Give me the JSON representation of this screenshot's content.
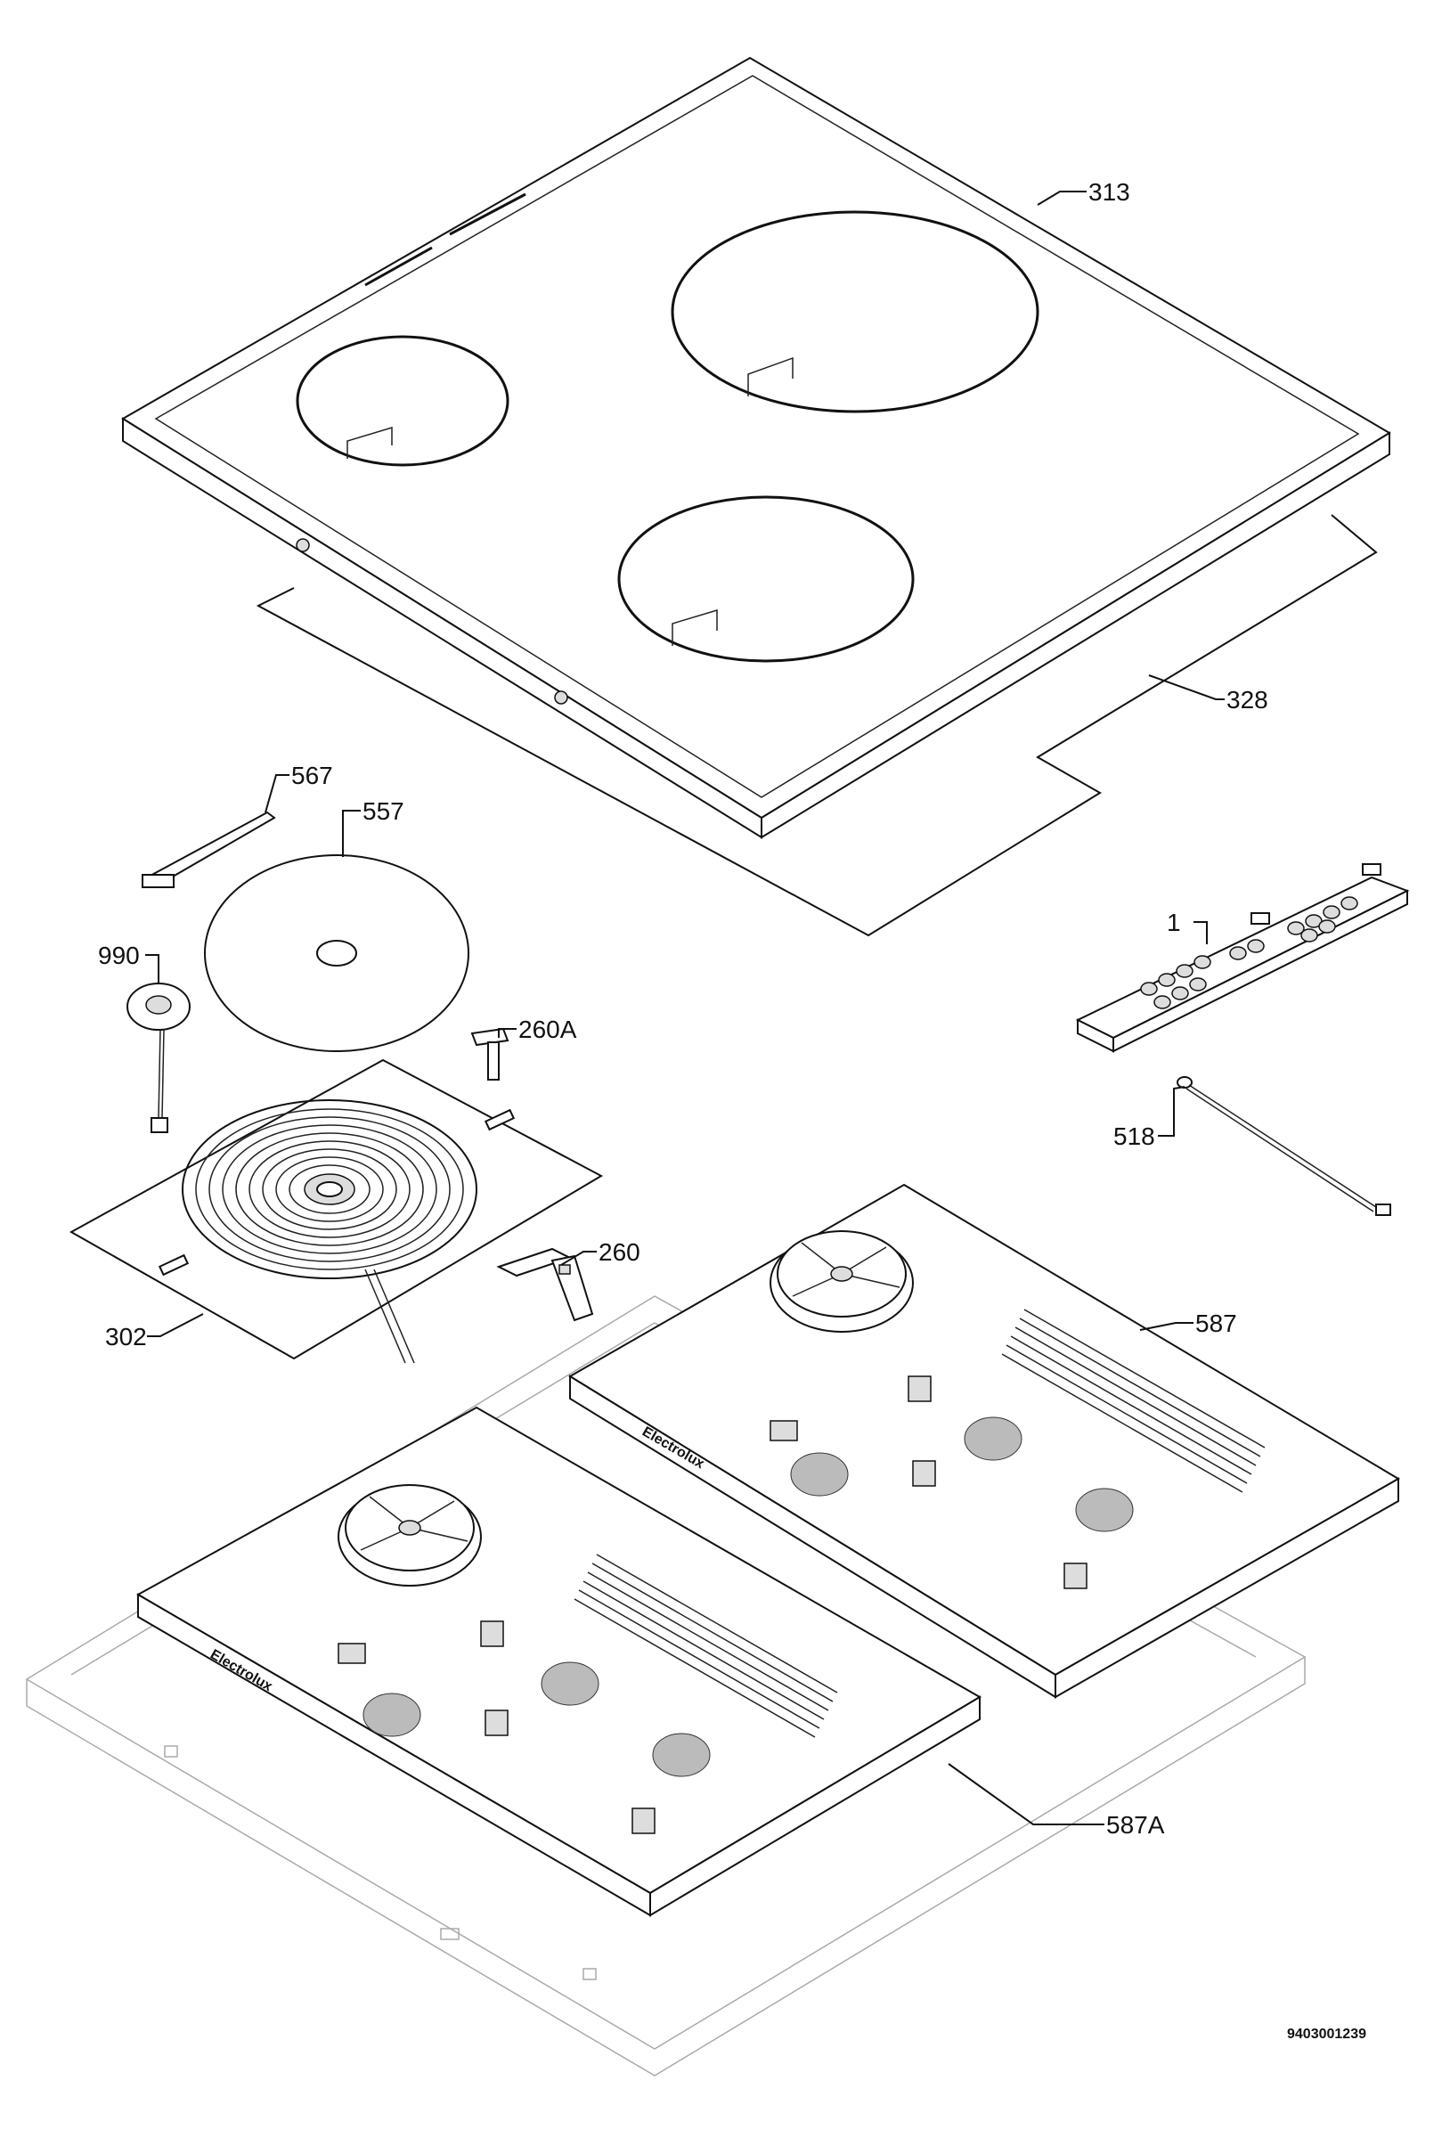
{
  "labels": {
    "p313": "313",
    "p328": "328",
    "p567": "567",
    "p557": "557",
    "p990": "990",
    "p260A": "260A",
    "p1": "1",
    "p518": "518",
    "p260": "260",
    "p302": "302",
    "p587": "587",
    "p587A": "587A"
  },
  "drawing_number": "9403001239",
  "brand_marking": "Electrolux"
}
